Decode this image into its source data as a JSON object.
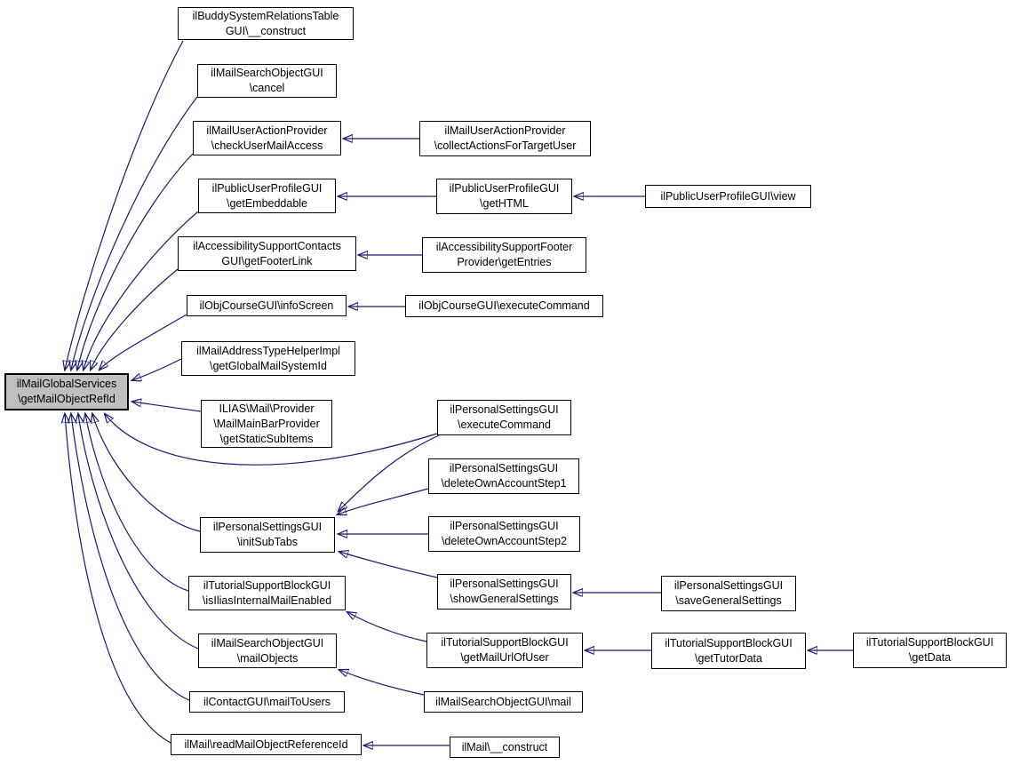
{
  "diagram": {
    "type": "caller-graph",
    "background": "#ffffff",
    "edge_color": "#191970",
    "node_fill": "#ffffff",
    "node_border_color": "#000000",
    "highlighted_node_fill": "#bfbfbf"
  },
  "nodes": [
    {
      "id": "getMailObjectRefId",
      "label": "ilMailGlobalServices\n\\getMailObjectRefId",
      "highlighted": true
    },
    {
      "id": "buddy-construct",
      "label": "ilBuddySystemRelationsTable\nGUI\\__construct"
    },
    {
      "id": "mailsearch-cancel",
      "label": "ilMailSearchObjectGUI\n\\cancel"
    },
    {
      "id": "checkUserMailAccess",
      "label": "ilMailUserActionProvider\n\\checkUserMailAccess"
    },
    {
      "id": "getEmbeddable",
      "label": "ilPublicUserProfileGUI\n\\getEmbeddable"
    },
    {
      "id": "getFooterLink",
      "label": "ilAccessibilitySupportContacts\nGUI\\getFooterLink"
    },
    {
      "id": "infoScreen",
      "label": "ilObjCourseGUI\\infoScreen"
    },
    {
      "id": "getGlobalMailSystemId",
      "label": "ilMailAddressTypeHelperImpl\n\\getGlobalMailSystemId"
    },
    {
      "id": "getStaticSubItems",
      "label": "ILIAS\\Mail\\Provider\n\\MailMainBarProvider\n\\getStaticSubItems"
    },
    {
      "id": "initSubTabs",
      "label": "ilPersonalSettingsGUI\n\\initSubTabs"
    },
    {
      "id": "isIliasInternalMailEnabled",
      "label": "ilTutorialSupportBlockGUI\n\\isIliasInternalMailEnabled"
    },
    {
      "id": "mailObjects",
      "label": "ilMailSearchObjectGUI\n\\mailObjects"
    },
    {
      "id": "mailToUsers",
      "label": "ilContactGUI\\mailToUsers"
    },
    {
      "id": "readMailObjectReferenceId",
      "label": "ilMail\\readMailObjectReferenceId"
    },
    {
      "id": "collectActionsForTargetUser",
      "label": "ilMailUserActionProvider\n\\collectActionsForTargetUser"
    },
    {
      "id": "getHTML",
      "label": "ilPublicUserProfileGUI\n\\getHTML"
    },
    {
      "id": "getEntries",
      "label": "ilAccessibilitySupportFooter\nProvider\\getEntries"
    },
    {
      "id": "course-executeCommand",
      "label": "ilObjCourseGUI\\executeCommand"
    },
    {
      "id": "personal-executeCommand",
      "label": "ilPersonalSettingsGUI\n\\executeCommand"
    },
    {
      "id": "deleteOwnAccountStep1",
      "label": "ilPersonalSettingsGUI\n\\deleteOwnAccountStep1"
    },
    {
      "id": "deleteOwnAccountStep2",
      "label": "ilPersonalSettingsGUI\n\\deleteOwnAccountStep2"
    },
    {
      "id": "showGeneralSettings",
      "label": "ilPersonalSettingsGUI\n\\showGeneralSettings"
    },
    {
      "id": "getMailUrlOfUser",
      "label": "ilTutorialSupportBlockGUI\n\\getMailUrlOfUser"
    },
    {
      "id": "mailsearch-mail",
      "label": "ilMailSearchObjectGUI\\mail"
    },
    {
      "id": "mail-construct",
      "label": "ilMail\\__construct"
    },
    {
      "id": "profile-view",
      "label": "ilPublicUserProfileGUI\\view"
    },
    {
      "id": "saveGeneralSettings",
      "label": "ilPersonalSettingsGUI\n\\saveGeneralSettings"
    },
    {
      "id": "getTutorData",
      "label": "ilTutorialSupportBlockGUI\n\\getTutorData"
    },
    {
      "id": "getData",
      "label": "ilTutorialSupportBlockGUI\n\\getData"
    }
  ],
  "edges": [
    {
      "from": "buddy-construct",
      "to": "getMailObjectRefId"
    },
    {
      "from": "mailsearch-cancel",
      "to": "getMailObjectRefId"
    },
    {
      "from": "checkUserMailAccess",
      "to": "getMailObjectRefId"
    },
    {
      "from": "getEmbeddable",
      "to": "getMailObjectRefId"
    },
    {
      "from": "getFooterLink",
      "to": "getMailObjectRefId"
    },
    {
      "from": "infoScreen",
      "to": "getMailObjectRefId"
    },
    {
      "from": "getGlobalMailSystemId",
      "to": "getMailObjectRefId"
    },
    {
      "from": "getStaticSubItems",
      "to": "getMailObjectRefId"
    },
    {
      "from": "initSubTabs",
      "to": "getMailObjectRefId"
    },
    {
      "from": "isIliasInternalMailEnabled",
      "to": "getMailObjectRefId"
    },
    {
      "from": "mailObjects",
      "to": "getMailObjectRefId"
    },
    {
      "from": "mailToUsers",
      "to": "getMailObjectRefId"
    },
    {
      "from": "readMailObjectReferenceId",
      "to": "getMailObjectRefId"
    },
    {
      "from": "personal-executeCommand",
      "to": "getMailObjectRefId"
    },
    {
      "from": "collectActionsForTargetUser",
      "to": "checkUserMailAccess"
    },
    {
      "from": "getHTML",
      "to": "getEmbeddable"
    },
    {
      "from": "profile-view",
      "to": "getHTML"
    },
    {
      "from": "getEntries",
      "to": "getFooterLink"
    },
    {
      "from": "course-executeCommand",
      "to": "infoScreen"
    },
    {
      "from": "personal-executeCommand",
      "to": "initSubTabs"
    },
    {
      "from": "deleteOwnAccountStep1",
      "to": "initSubTabs"
    },
    {
      "from": "deleteOwnAccountStep2",
      "to": "initSubTabs"
    },
    {
      "from": "showGeneralSettings",
      "to": "initSubTabs"
    },
    {
      "from": "saveGeneralSettings",
      "to": "showGeneralSettings"
    },
    {
      "from": "getMailUrlOfUser",
      "to": "isIliasInternalMailEnabled"
    },
    {
      "from": "getTutorData",
      "to": "getMailUrlOfUser"
    },
    {
      "from": "getData",
      "to": "getTutorData"
    },
    {
      "from": "mailsearch-mail",
      "to": "mailObjects"
    },
    {
      "from": "mail-construct",
      "to": "readMailObjectReferenceId"
    }
  ]
}
